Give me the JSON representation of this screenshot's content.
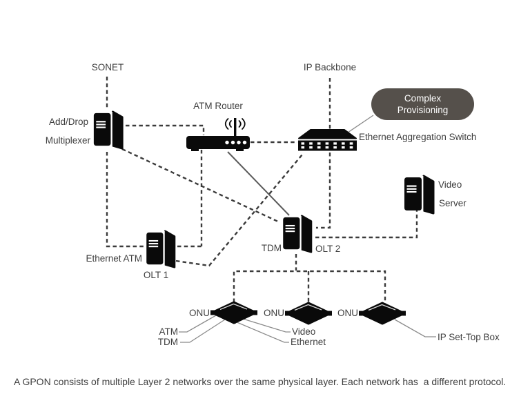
{
  "diagram": {
    "nodes": {
      "sonet": "SONET",
      "add_drop_line1": "Add/Drop",
      "add_drop_line2": "Multiplexer",
      "atm_router": "ATM Router",
      "ip_backbone": "IP Backbone",
      "eth_agg_switch": "Ethernet Aggregation Switch",
      "video_server_line1": "Video",
      "video_server_line2": "Server",
      "ethernet_atm": "Ethernet ATM",
      "olt1": "OLT 1",
      "tdm": "TDM",
      "olt2": "OLT 2",
      "onu": "ONU"
    },
    "bubble": {
      "line1": "Complex",
      "line2": "Provisioning",
      "bg_color": "#55504b",
      "text_color": "#ffffff"
    },
    "callouts": {
      "atm": "ATM",
      "tdm": "TDM",
      "video": "Video",
      "ethernet": "Ethernet",
      "ip_set_top_box": "IP Set-Top Box"
    },
    "caption": "A GPON consists of multiple Layer 2 networks over the same physical layer. Each network has  a different protocol.",
    "colors": {
      "dashed_line": "#3b3b3b",
      "solid_link": "#5a5a5a",
      "callout_line": "#8a8a8a",
      "icon": "#0a0a0a",
      "text": "#3e3e3e"
    }
  }
}
